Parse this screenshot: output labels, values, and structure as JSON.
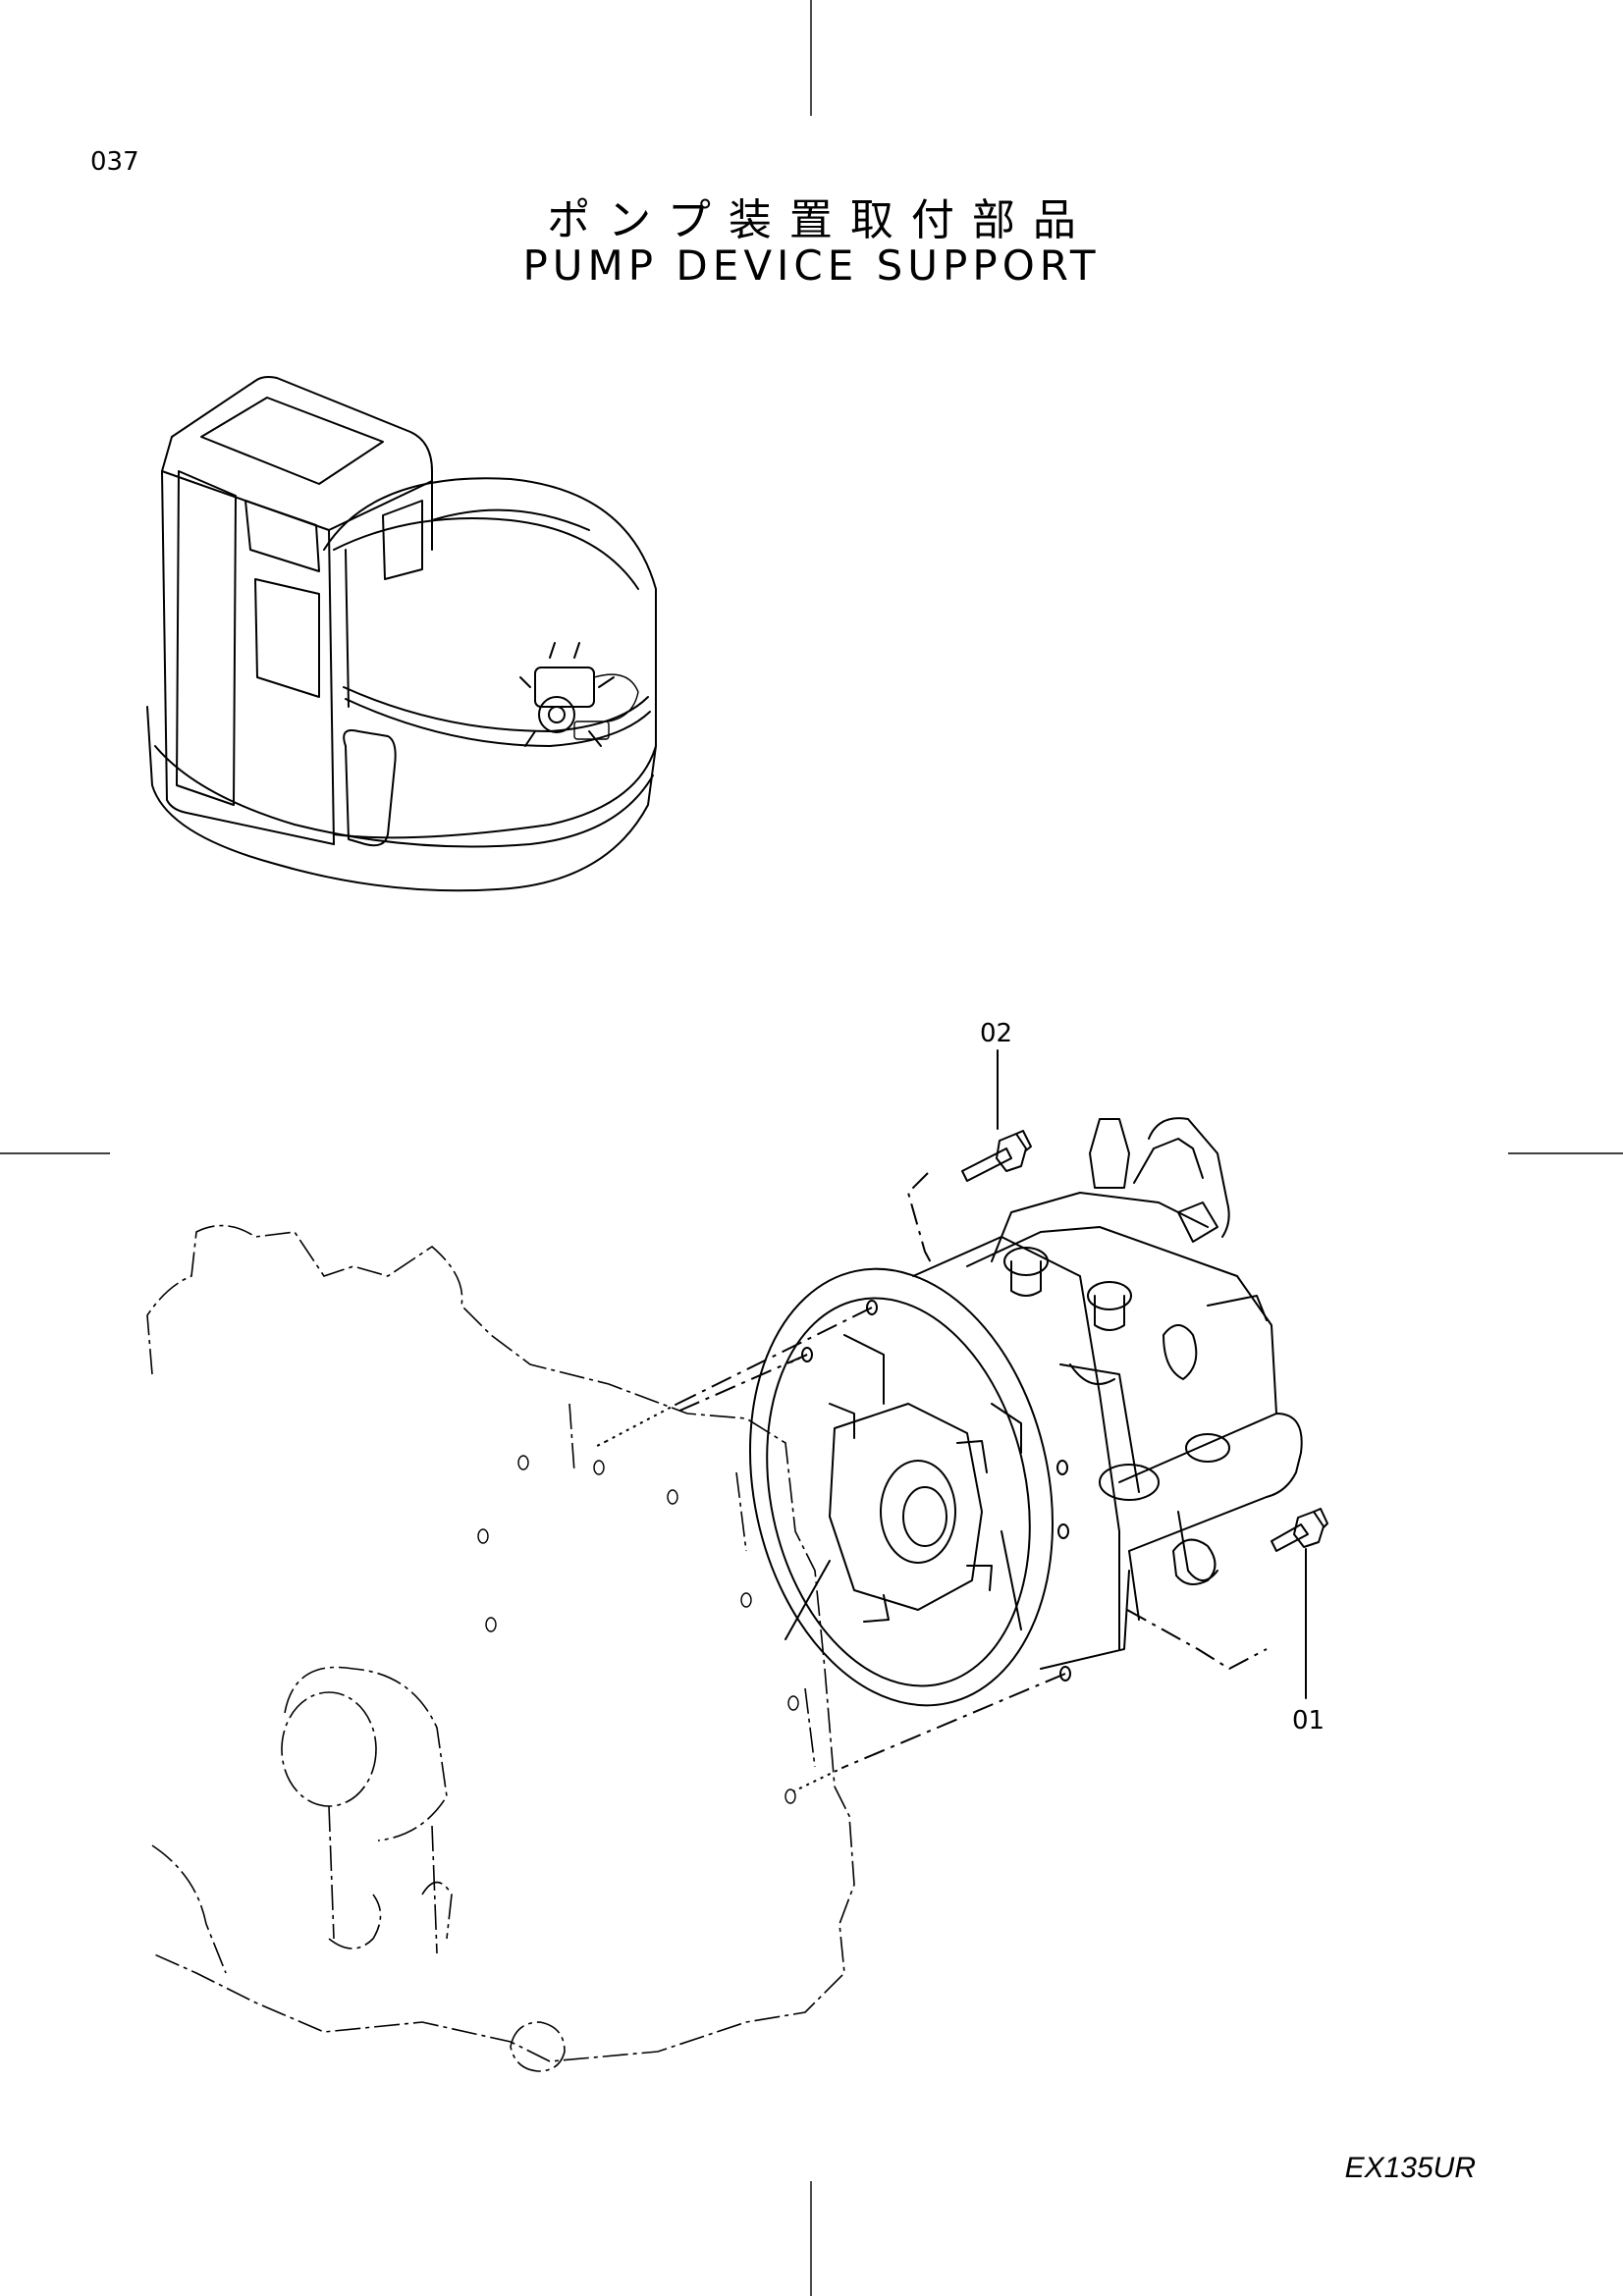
{
  "page": {
    "number": "037",
    "title_jp": "ポンプ装置取付部品",
    "title_en": "PUMP DEVICE SUPPORT",
    "model": "EX135UR"
  },
  "callouts": [
    {
      "id": "02",
      "label": "02"
    },
    {
      "id": "01",
      "label": "01"
    }
  ]
}
